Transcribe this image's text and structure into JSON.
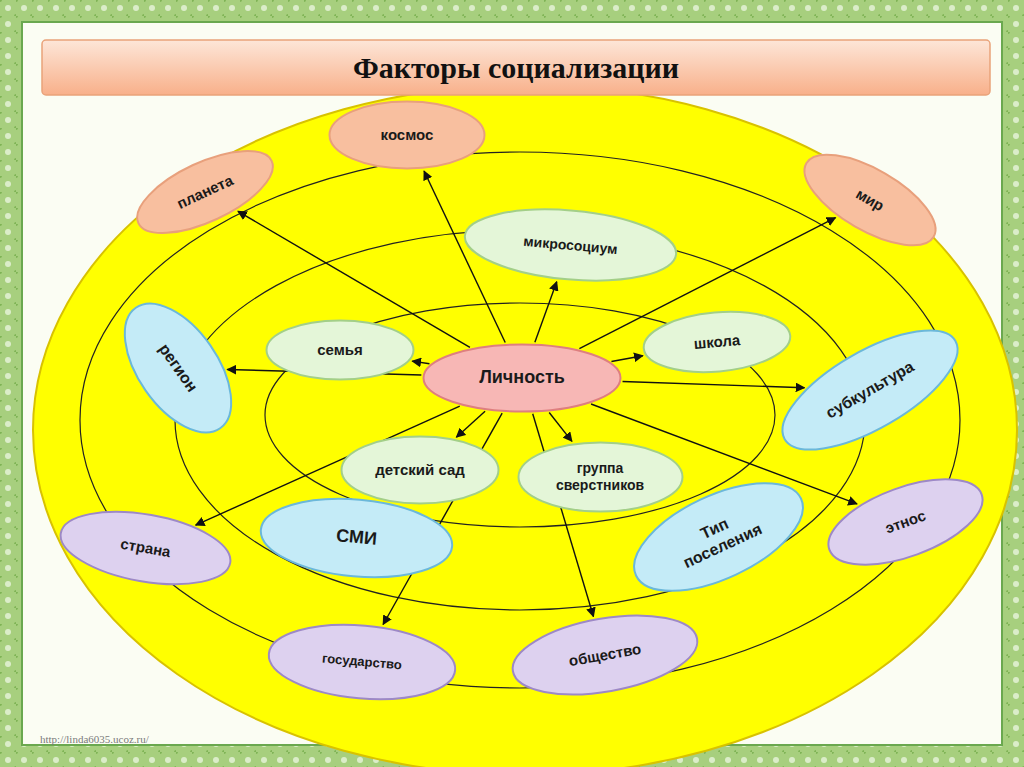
{
  "diagram": {
    "title": "Факторы социализации",
    "nodes": [
      {
        "text": [
          "космос"
        ]
      },
      {
        "text": [
          "планета"
        ]
      },
      {
        "text": [
          "мир"
        ]
      },
      {
        "text": [
          "микросоциум"
        ]
      },
      {
        "text": [
          "регион"
        ]
      },
      {
        "text": [
          "семья"
        ]
      },
      {
        "text": [
          "Личность"
        ]
      },
      {
        "text": [
          "школа"
        ]
      },
      {
        "text": [
          "субкультура"
        ]
      },
      {
        "text": [
          "детский сад"
        ]
      },
      {
        "text": [
          "группа сверстников"
        ]
      },
      {
        "text": [
          "страна"
        ]
      },
      {
        "text": [
          "СМИ"
        ]
      },
      {
        "text": [
          "Тип поселения"
        ]
      },
      {
        "text": [
          "этнос"
        ]
      },
      {
        "text": [
          "государство"
        ]
      },
      {
        "text": [
          "общество"
        ]
      }
    ],
    "edges": [
      {
        "from": 6,
        "to": 0,
        "arrow": "to"
      },
      {
        "from": 6,
        "to": 1,
        "arrow": "to"
      },
      {
        "from": 6,
        "to": 2,
        "arrow": "to"
      },
      {
        "from": 6,
        "to": 3,
        "arrow": "to"
      },
      {
        "from": 6,
        "to": 4,
        "arrow": "to"
      },
      {
        "from": 6,
        "to": 5,
        "arrow": "to"
      },
      {
        "from": 6,
        "to": 7,
        "arrow": "to"
      },
      {
        "from": 6,
        "to": 8,
        "arrow": "to"
      },
      {
        "from": 6,
        "to": 9,
        "arrow": "to"
      },
      {
        "from": 6,
        "to": 10,
        "arrow": "to"
      },
      {
        "from": 6,
        "to": 11,
        "arrow": "to"
      },
      {
        "from": 6,
        "to": 15,
        "arrow": "to"
      },
      {
        "from": 6,
        "to": 16,
        "arrow": "to"
      },
      {
        "from": 6,
        "to": 14,
        "arrow": "to"
      }
    ],
    "labels": [
      "http://linda6035.ucoz.ru/"
    ]
  }
}
